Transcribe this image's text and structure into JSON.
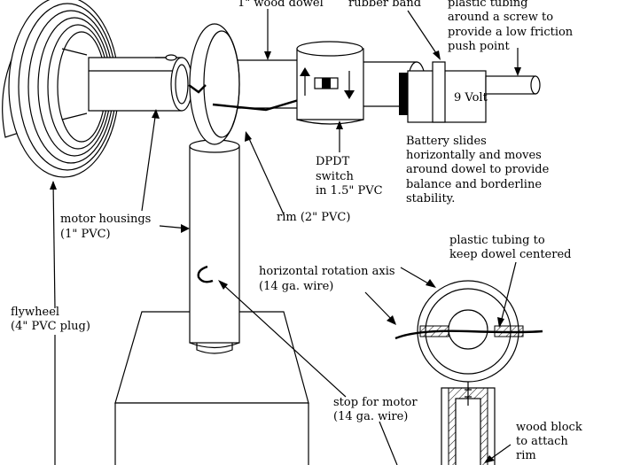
{
  "labels": {
    "wood_dowel": "1\" wood dowel",
    "rubber_band": "rubber band",
    "plastic_tubing_screw": [
      "plastic tubing",
      "around a screw to",
      "provide a low friction",
      "push point"
    ],
    "nine_volt": "9 Volt",
    "battery_note": [
      "Battery slides",
      "horizontally and moves",
      "around dowel to provide",
      "balance and borderline",
      "stability."
    ],
    "dpdt_switch": [
      "DPDT",
      "switch",
      "in 1.5\" PVC"
    ],
    "motor_housings": [
      "motor housings",
      "(1\" PVC)"
    ],
    "rim": "rim (2\" PVC)",
    "plastic_tubing_center": [
      "plastic tubing to",
      "keep dowel centered"
    ],
    "horizontal_axis": [
      "horizontal rotation axis",
      "(14 ga. wire)"
    ],
    "flywheel": [
      "flywheel",
      "(4\" PVC plug)"
    ],
    "stop_for_motor": [
      "stop for motor",
      "(14 ga. wire)"
    ],
    "wood_block": [
      "wood block",
      "to attach",
      "rim"
    ]
  }
}
